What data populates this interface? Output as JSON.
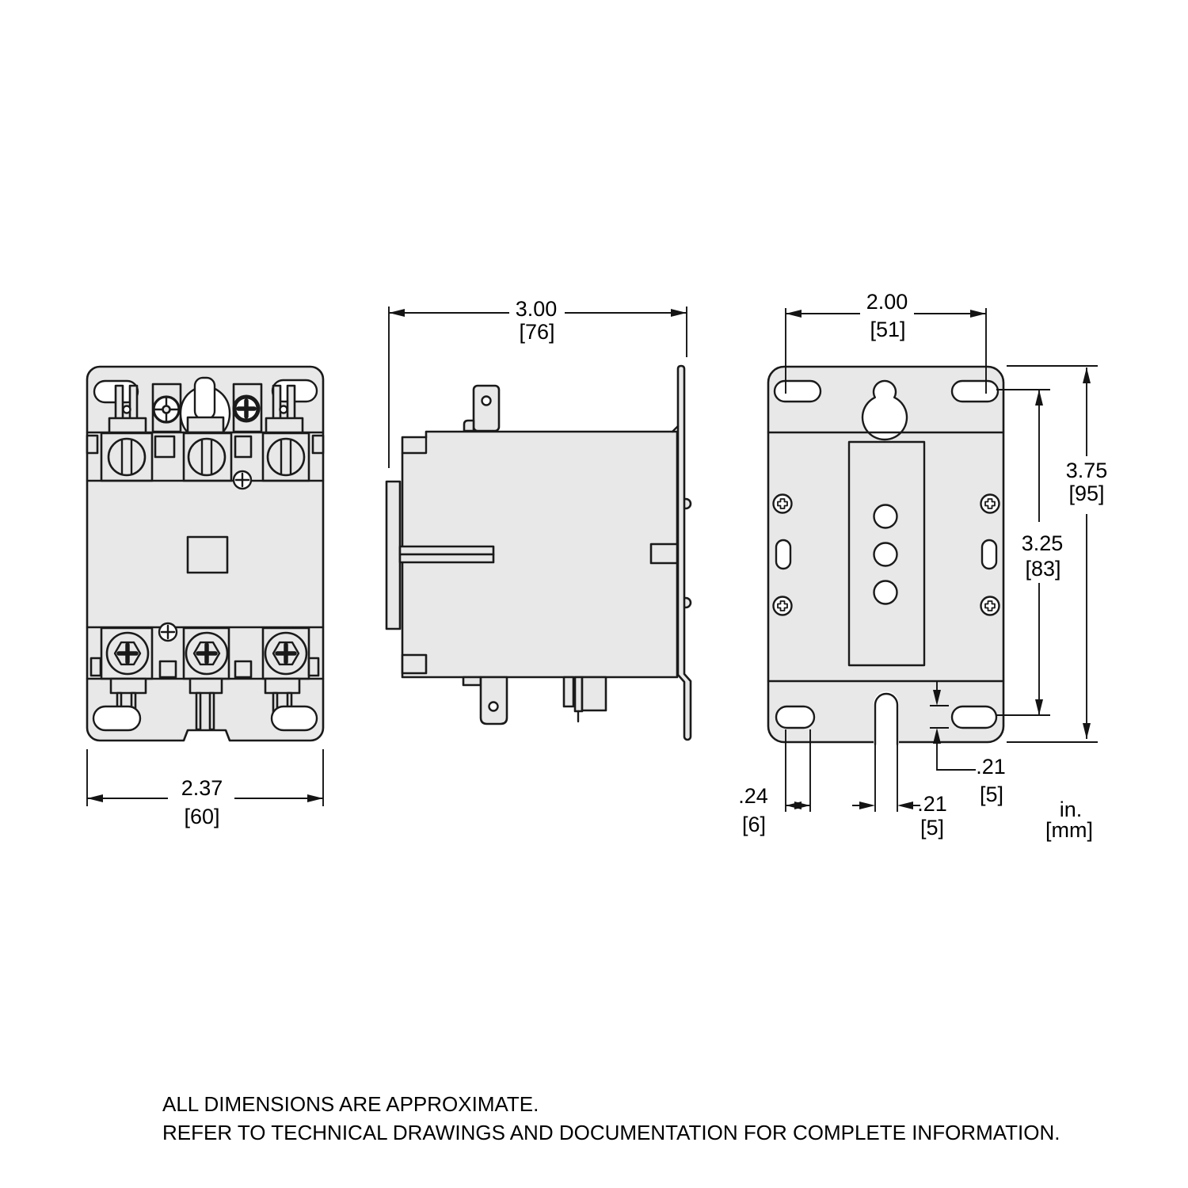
{
  "drawing": {
    "front_view": {
      "width_in": "2.37",
      "width_mm": "[60]"
    },
    "side_view": {
      "depth_in": "3.00",
      "depth_mm": "[76]"
    },
    "back_view": {
      "slot_spacing_in": "2.00",
      "slot_spacing_mm": "[51]",
      "overall_height_in": "3.75",
      "overall_height_mm": "[95]",
      "hole_span_in": "3.25",
      "hole_span_mm": "[83]",
      "slot_height_in": ".21",
      "slot_height_mm": "[5]",
      "slot_width_in": ".24",
      "slot_width_mm": "[6]",
      "notch_width_in": ".21",
      "notch_width_mm": "[5]"
    },
    "units": {
      "inches": "in.",
      "millimeters": "[mm]"
    }
  },
  "notes": [
    "ALL DIMENSIONS ARE APPROXIMATE.",
    "REFER TO TECHNICAL DRAWINGS AND DOCUMENTATION FOR COMPLETE INFORMATION."
  ],
  "colors": {
    "body_fill": "#e8e8e8",
    "line": "#1a1a1a",
    "background": "#ffffff",
    "text": "#000000"
  }
}
